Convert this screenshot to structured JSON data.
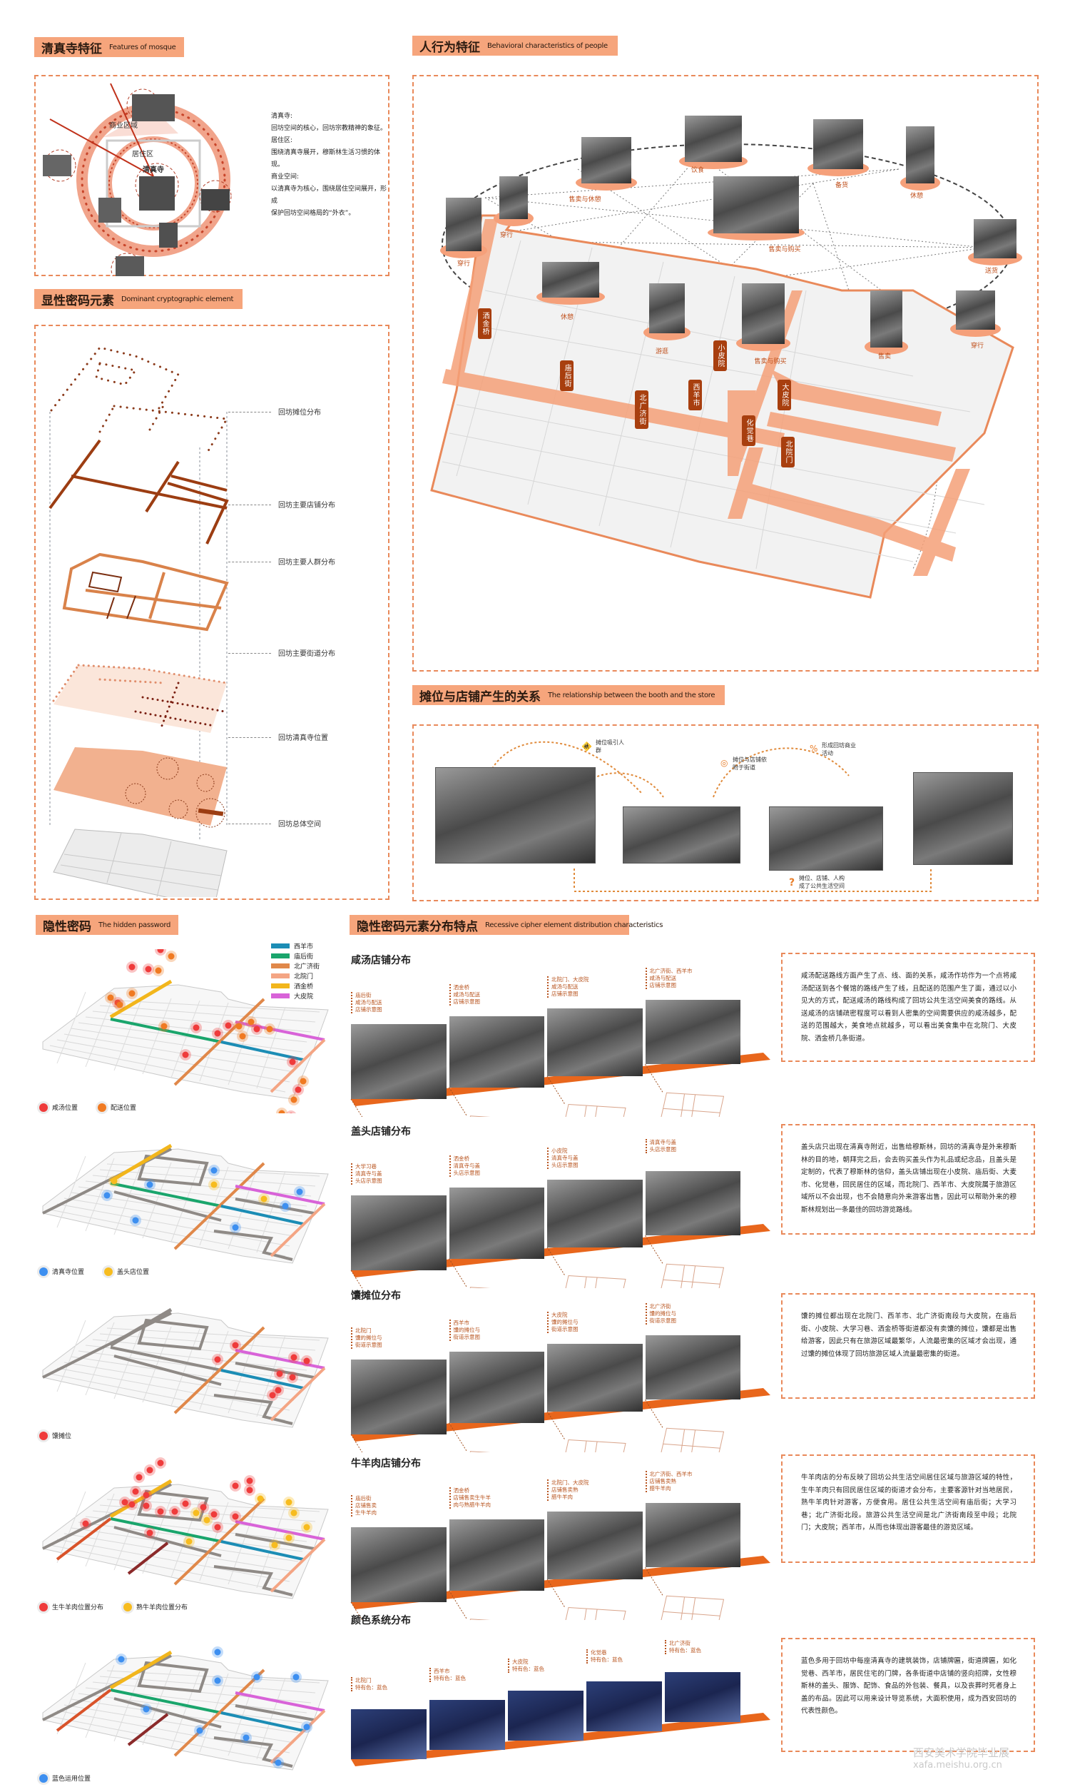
{
  "sections": {
    "mosque": {
      "title_cn": "清真寺特征",
      "title_en": "Features of mosque",
      "ring_labels": [
        "商业区域",
        "居住区",
        "清真寺"
      ],
      "text": [
        "清真寺:",
        "回坊空间的核心，回坊宗教精神的象征。",
        "居住区:",
        "围绕清真寺展开，穆斯林生活习惯的体现。",
        "商业空间:",
        "以清真寺为核心，围绕居住空间展开，形成",
        "保护回坊空间格局的“外衣”。"
      ]
    },
    "dominant": {
      "title_cn": "显性密码元素",
      "title_en": "Dominant cryptographic element",
      "layers": [
        "回坊摊位分布",
        "回坊主要店铺分布",
        "回坊主要人群分布",
        "回坊主要街道分布",
        "回坊清真寺位置",
        "回坊总体空间"
      ]
    },
    "behavior": {
      "title_cn": "人行为特征",
      "title_en": "Behavioral characteristics of people",
      "nodes": [
        "穿行",
        "售卖与休憩",
        "饮食",
        "备货",
        "休憩",
        "穿行",
        "售卖与购买",
        "送货",
        "休憩",
        "游逛",
        "售卖与购买",
        "售卖",
        "穿行"
      ],
      "streets": [
        "洒金桥",
        "庙后街",
        "北广济街",
        "西羊市",
        "小皮院",
        "大皮院",
        "化觉巷",
        "北院门"
      ]
    },
    "booth": {
      "title_cn": "摊位与店铺产生的关系",
      "title_en": "The relationship between the booth and the store",
      "captions": [
        "摊位吸引人群",
        "摊位与店铺依附于街道",
        "形成回坊商业活动",
        "摊位、店铺、人构成了公共生活空间"
      ]
    },
    "hidden": {
      "title_cn": "隐性密码",
      "title_en": "The hidden password",
      "legend": [
        {
          "name": "西羊市",
          "color": "#1c8db5"
        },
        {
          "name": "庙后街",
          "color": "#1aa56c"
        },
        {
          "name": "北广济街",
          "color": "#e0884a"
        },
        {
          "name": "北院门",
          "color": "#f4a584"
        },
        {
          "name": "洒金桥",
          "color": "#f2b61c"
        },
        {
          "name": "大皮院",
          "color": "#d863d8"
        }
      ],
      "maps": [
        {
          "legend": [
            {
              "label": "咸汤位置",
              "color": "#ef3b3b"
            },
            {
              "label": "配送位置",
              "color": "#f07a22"
            }
          ]
        },
        {
          "legend": [
            {
              "label": "清真寺位置",
              "color": "#3d8ff0"
            },
            {
              "label": "盖头店位置",
              "color": "#f7bc1f"
            }
          ]
        },
        {
          "legend": [
            {
              "label": "馕摊位",
              "color": "#ef3b3b"
            }
          ]
        },
        {
          "legend": [
            {
              "label": "生牛羊肉位置分布",
              "color": "#ef3b3b"
            },
            {
              "label": "熟牛羊肉位置分布",
              "color": "#f7bc1f"
            }
          ]
        },
        {
          "legend": [
            {
              "label": "蓝色运用位置",
              "color": "#3d8ff0"
            }
          ]
        }
      ]
    },
    "recessive": {
      "title_cn": "隐性密码元素分布特点",
      "title_en": "Recessive cipher element distribution characteristics",
      "rows": [
        {
          "title": "咸汤店铺分布",
          "segments": [
            [
              "庙后街",
              "咸汤与配送",
              "店铺示意图"
            ],
            [
              "洒金桥",
              "咸汤与配送",
              "店铺示意图"
            ],
            [
              "北院门、大皮院",
              "咸汤与配送",
              "店铺示意图"
            ],
            [
              "北广济街、西羊市",
              "咸汤与配送",
              "店铺示意图"
            ]
          ],
          "text": "咸汤配送路线方面产生了点、线、面的关系，咸汤作坊作为一个点将咸汤配送到各个餐馆的路线产生了线，且配送的范围产生了面，通过以小见大的方式，配送咸汤的路线构成了回坊公共生活空间美食的路线。从送咸汤的店铺疏密程度可以看到人密集的空间需要供应的咸汤越多，配送的范围越大，美食地点就越多，可以看出美食集中在北院门、大皮院、洒金桥几条街道。"
        },
        {
          "title": "盖头店铺分布",
          "segments": [
            [
              "大学习巷",
              "清真寺与盖",
              "头店示意图"
            ],
            [
              "洒金桥",
              "清真寺与盖",
              "头店示意图"
            ],
            [
              "小皮院",
              "清真寺与盖",
              "头店示意图"
            ],
            [
              "清真寺与盖",
              "头店示意图"
            ]
          ],
          "text": "盖头店只出现在清真寺附近，出售给穆斯林，回坊的清真寺是外来穆斯林的目的地，朝拜完之后，会去购买盖头作为礼品或纪念品，且盖头是定制的，代表了穆斯林的信仰，盖头店铺出现在小皮院、庙后街、大麦市、化觉巷，回民居住的区域，而北院门、西羊市、大皮院属于旅游区域所以不会出现，也不会随意向外来游客出售，因此可以帮助外来的穆斯林规划出一条最佳的回坊游览路线。"
        },
        {
          "title": "馕摊位分布",
          "segments": [
            [
              "北院门",
              "馕的摊位与",
              "街道示意图"
            ],
            [
              "西羊市",
              "馕的摊位与",
              "街道示意图"
            ],
            [
              "大皮院",
              "馕的摊位与",
              "街道示意图"
            ],
            [
              "北广济街",
              "馕的摊位与",
              "街道示意图"
            ]
          ],
          "text": "馕的摊位都出现在北院门、西羊市、北广济街南段与大皮院，在庙后街、小皮院、大学习巷、洒金桥等街道都没有卖馕的摊位，馕都是出售给游客，因此只有在旅游区域最繁华，人流最密集的区域才会出现，通过馕的摊位体现了回坊旅游区域人流量最密集的街道。"
        },
        {
          "title": "牛羊肉店铺分布",
          "segments": [
            [
              "庙后街",
              "店铺售卖",
              "生牛羊肉"
            ],
            [
              "洒金桥",
              "店铺售卖生牛羊",
              "肉与熟腊牛羊肉"
            ],
            [
              "北院门、大皮院",
              "店铺售卖熟",
              "腊牛羊肉"
            ],
            [
              "北广济街、西羊市",
              "店铺售卖熟",
              "腊牛羊肉"
            ]
          ],
          "text": "牛羊肉店的分布反映了回坊公共生活空间居住区域与旅游区域的特性，生牛羊肉只有回民居住区域的街道才会分布，主要客源针对当地居民，熟牛羊肉针对游客，方便食用。居住公共生活空间有庙后街；大学习巷；北广济街北段。旅游公共生活空间是北广济街南段至中段；北院门；大皮院；西羊市，从而也体现出游客最佳的游览区域。"
        },
        {
          "title": "颜色系统分布",
          "segments": [
            [
              "北院门",
              "特有色：蓝色"
            ],
            [
              "西羊市",
              "特有色：蓝色"
            ],
            [
              "大皮院",
              "特有色：蓝色"
            ],
            [
              "化觉巷",
              "特有色：蓝色"
            ],
            [
              "北广济街",
              "特有色：蓝色"
            ]
          ],
          "text": "蓝色多用于回坊中每座清真寺的建筑装饰，店铺牌匾，街道牌匾，如化觉巷、西羊市，居民住宅的门牌，各条街道中店铺的竖向招牌，女性穆斯林的盖头、服饰、配饰、食品的外包装、餐具，以及丧葬时死者身上盖的布品。因此可以用来设计导览系统，大面积使用，成为西安回坊的代表性颜色。"
        }
      ]
    }
  },
  "watermark": {
    "line1": "西安美术学院毕业展",
    "line2": "xafa.meishu.org.cn"
  },
  "colors": {
    "accent": "#f6a57c",
    "dash": "#e9895a",
    "rust": "#a83f0f",
    "band": "#e8661c"
  }
}
